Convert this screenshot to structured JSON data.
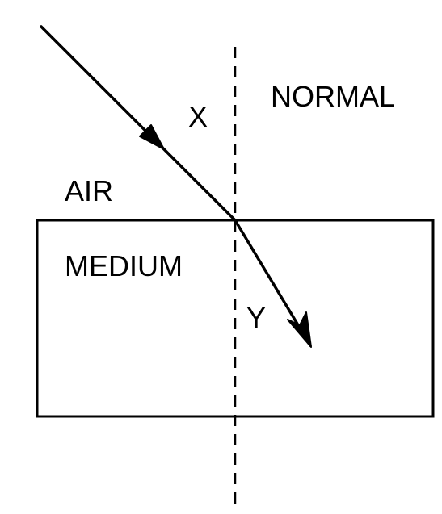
{
  "labels": {
    "normal": "NORMAL",
    "x": "X",
    "y": "Y",
    "air": "AIR",
    "medium": "MEDIUM"
  },
  "colors": {
    "line": "#000000",
    "background": "#ffffff"
  }
}
